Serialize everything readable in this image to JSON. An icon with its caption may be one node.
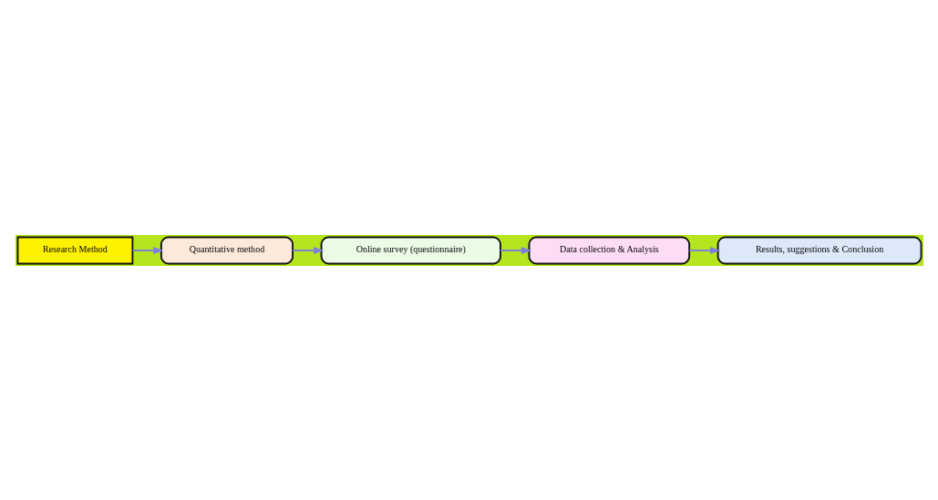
{
  "diagram": {
    "nodes": [
      {
        "text": [
          "Research Method"
        ]
      },
      {
        "text": [
          "Quantitative method"
        ]
      },
      {
        "text": [
          "Online survey (questionnaire)"
        ]
      },
      {
        "text": [
          "Data collection & Analysis"
        ]
      },
      {
        "text": [
          "Results, suggestions & Conclusion"
        ]
      }
    ],
    "edges": [
      {
        "from": 0,
        "to": 1,
        "arrow": "to"
      },
      {
        "from": 1,
        "to": 2,
        "arrow": "to"
      },
      {
        "from": 2,
        "to": 3,
        "arrow": "to"
      },
      {
        "from": 3,
        "to": 4,
        "arrow": "to"
      }
    ]
  }
}
